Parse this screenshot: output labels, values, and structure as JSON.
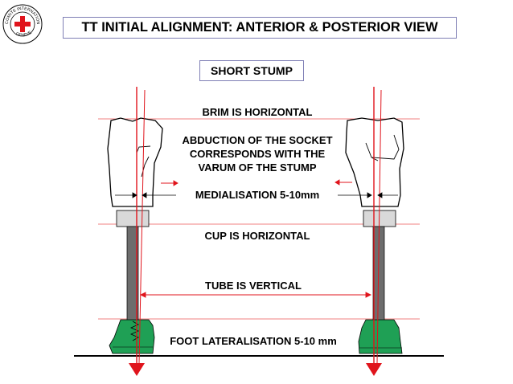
{
  "title": "TT INITIAL ALIGNMENT: ANTERIOR & POSTERIOR VIEW",
  "subtitle": "SHORT STUMP",
  "labels": {
    "brim": "BRIM IS HORIZONTAL",
    "abduction_line1": "ABDUCTION OF THE SOCKET",
    "abduction_line2": "CORRESPONDS WITH THE",
    "abduction_line3": "VARUM OF THE STUMP",
    "medialisation": "MEDIALISATION 5-10mm",
    "cup": "CUP IS HORIZONTAL",
    "tube": "TUBE IS VERTICAL",
    "foot": "FOOT LATERALISATION 5-10 mm"
  },
  "logo": {
    "text_top": "COMITE INTERNATIONAL",
    "text_bottom": "GENEVE",
    "cross_color": "#e0141c"
  },
  "colors": {
    "reference_line": "#e0141c",
    "guide_line": "#f08080",
    "foot": "#1fa055",
    "tube": "#6d6d6d",
    "adapter": "#d9d9d9",
    "title_border": "#7f7fb5"
  }
}
